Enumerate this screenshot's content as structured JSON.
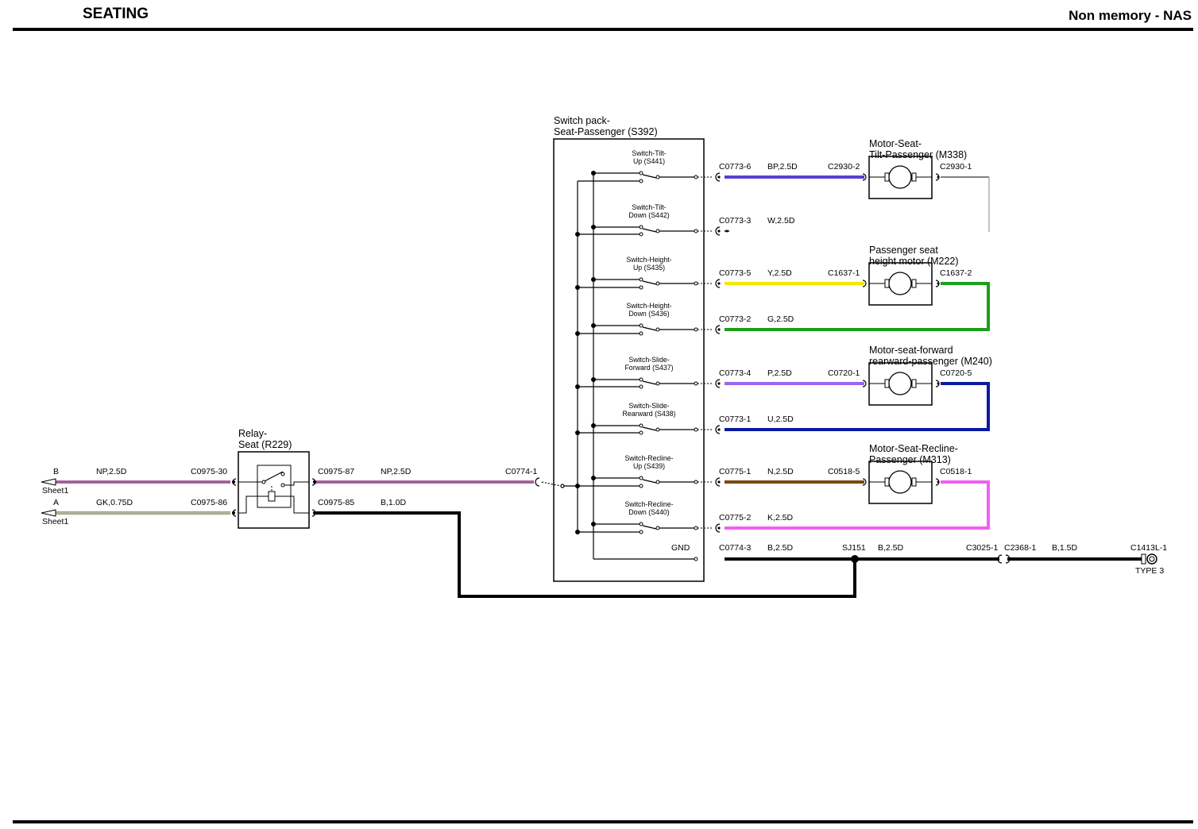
{
  "header": {
    "title": "SEATING",
    "subtitle": "Non memory - NAS"
  },
  "switch_pack": {
    "title_line1": "Switch pack-",
    "title_line2": "Seat-Passenger (S392)",
    "gnd_label": "GND",
    "switches": [
      {
        "line1": "Switch-Tilt-",
        "line2": "Up (S441)"
      },
      {
        "line1": "Switch-Tilt-",
        "line2": "Down (S442)"
      },
      {
        "line1": "Switch-Height-",
        "line2": "Up (S435)"
      },
      {
        "line1": "Switch-Height-",
        "line2": "Down (S436)"
      },
      {
        "line1": "Switch-Slide-",
        "line2": "Forward (S437)"
      },
      {
        "line1": "Switch-Slide-",
        "line2": "Rearward (S438)"
      },
      {
        "line1": "Switch-Recline-",
        "line2": "Up (S439)"
      },
      {
        "line1": "Switch-Recline-",
        "line2": "Down (S440)"
      }
    ]
  },
  "relay": {
    "line1": "Relay-",
    "line2": "Seat (R229)"
  },
  "inputs": [
    {
      "letter": "B",
      "sheet": "Sheet1",
      "wire": "NP,2.5D",
      "connector": "C0975-30"
    },
    {
      "letter": "A",
      "sheet": "Sheet1",
      "wire": "GK,0.75D",
      "connector": "C0975-86"
    }
  ],
  "relay_out": [
    {
      "connector": "C0975-87",
      "wire": "NP,2.5D",
      "dest": "C0774-1"
    },
    {
      "connector": "C0975-85",
      "wire": "B,1.0D"
    }
  ],
  "outputs": [
    {
      "connector": "C0773-6",
      "wire": "BP,2.5D",
      "end": "C2930-2"
    },
    {
      "connector": "C0773-3",
      "wire": "W,2.5D",
      "end": ""
    },
    {
      "connector": "C0773-5",
      "wire": "Y,2.5D",
      "end": "C1637-1"
    },
    {
      "connector": "C0773-2",
      "wire": "G,2.5D",
      "end": ""
    },
    {
      "connector": "C0773-4",
      "wire": "P,2.5D",
      "end": "C0720-1"
    },
    {
      "connector": "C0773-1",
      "wire": "U,2.5D",
      "end": ""
    },
    {
      "connector": "C0775-1",
      "wire": "N,2.5D",
      "end": "C0518-5"
    },
    {
      "connector": "C0775-2",
      "wire": "K,2.5D",
      "end": ""
    }
  ],
  "motors": [
    {
      "line1": "Motor-Seat-",
      "line2": "Tilt-Passenger (M338)",
      "out": "C2930-1"
    },
    {
      "line1": "Passenger seat",
      "line2": "height motor (M222)",
      "out": "C1637-2"
    },
    {
      "line1": "Motor-seat-forward",
      "line2": "rearward-passenger (M240)",
      "out": "C0720-5"
    },
    {
      "line1": "Motor-Seat-Recline-",
      "line2": "Passenger (M313)",
      "out": "C0518-1"
    }
  ],
  "ground": {
    "connector": "C0774-3",
    "wire": "B,2.5D",
    "splice": "SJ151",
    "wire2": "B,2.5D",
    "conn_a": "C3025-1",
    "conn_b": "C2368-1",
    "wire3": "B,1.5D",
    "end": "C1413L-1",
    "end_type": "TYPE 3"
  },
  "wire_colors": {
    "BP": "#5a3fd0",
    "W": "#e8e8e8",
    "Y": "#f5e800",
    "G": "#1aa01a",
    "P": "#9966ee",
    "U": "#0a1aa0",
    "N": "#7a4a10",
    "K": "#f060f0",
    "NP_outer": "#b46aa0",
    "NP_inner": "#7f5f8f",
    "GK": "#9a9a80",
    "B": "#000000"
  }
}
